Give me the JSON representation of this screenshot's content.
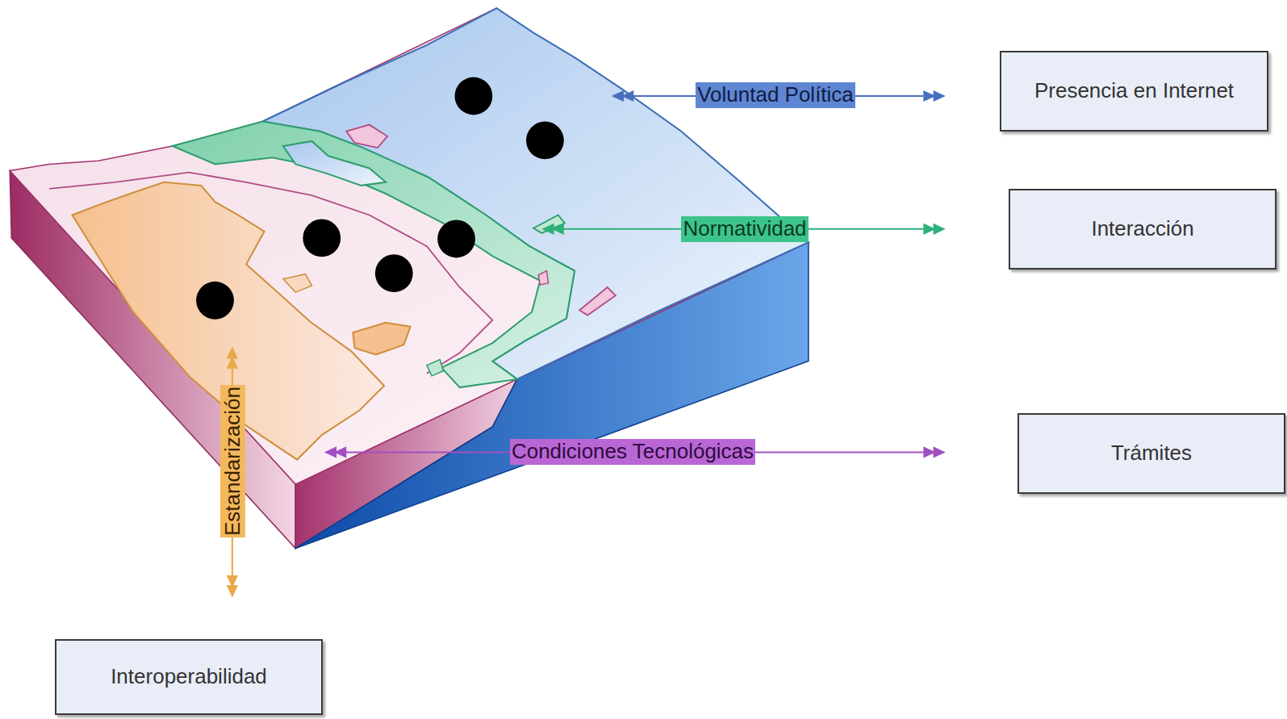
{
  "diagram": {
    "nodes": [
      {
        "text": [
          "Presencia en Internet"
        ]
      },
      {
        "text": [
          "Interacción"
        ]
      },
      {
        "text": [
          "Trámites"
        ]
      },
      {
        "text": [
          "Interoperabilidad"
        ]
      }
    ],
    "labels": [
      "Voluntad Política",
      "Normatividad",
      "Condiciones Tecnológicas",
      "Estandarización"
    ]
  }
}
